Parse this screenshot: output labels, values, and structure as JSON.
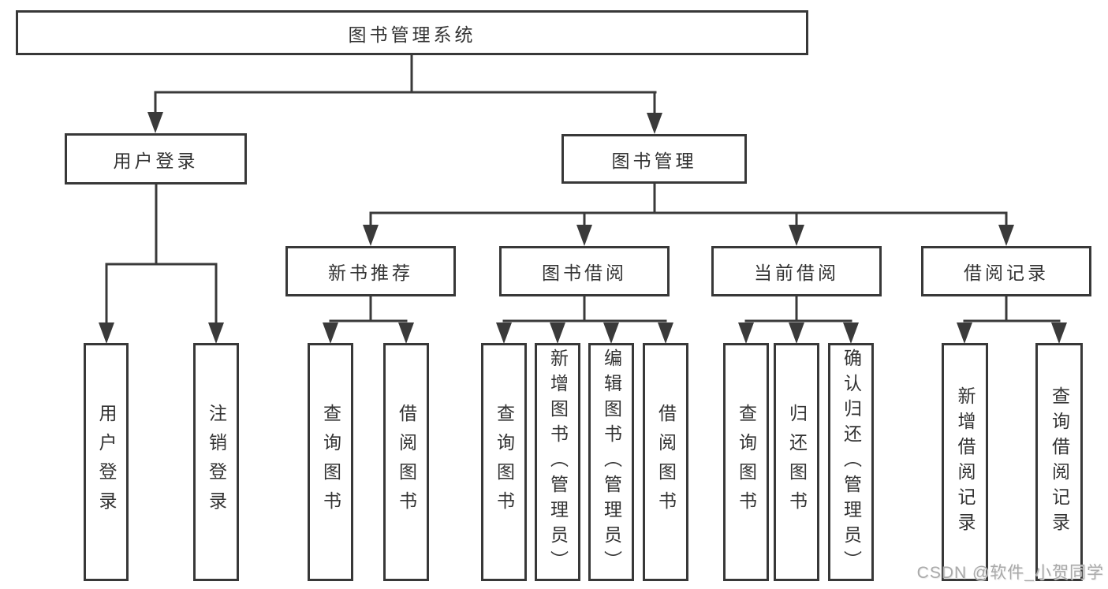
{
  "colors": {
    "line": "#3a3a3a",
    "box_border": "#383838",
    "text": "#333333",
    "watermark": "#a9a9a9",
    "background": "#ffffff"
  },
  "watermark": {
    "text": "CSDN @软件_小贺同学"
  },
  "tree": {
    "root": {
      "label": "图书管理系统"
    },
    "branches": [
      {
        "label": "用户登录",
        "children": [
          {
            "label": "用户登录"
          },
          {
            "label": "注销登录"
          }
        ]
      },
      {
        "label": "图书管理",
        "children": [
          {
            "label": "新书推荐",
            "children": [
              {
                "label": "查询图书"
              },
              {
                "label": "借阅图书"
              }
            ]
          },
          {
            "label": "图书借阅",
            "children": [
              {
                "label": "查询图书"
              },
              {
                "label": "新增图书（管理员）"
              },
              {
                "label": "编辑图书（管理员）"
              },
              {
                "label": "借阅图书"
              }
            ]
          },
          {
            "label": "当前借阅",
            "children": [
              {
                "label": "查询图书"
              },
              {
                "label": "归还图书"
              },
              {
                "label": "确认归还（管理员）"
              }
            ]
          },
          {
            "label": "借阅记录",
            "children": [
              {
                "label": "新增借阅记录"
              },
              {
                "label": "查询借阅记录"
              }
            ]
          }
        ]
      }
    ]
  }
}
